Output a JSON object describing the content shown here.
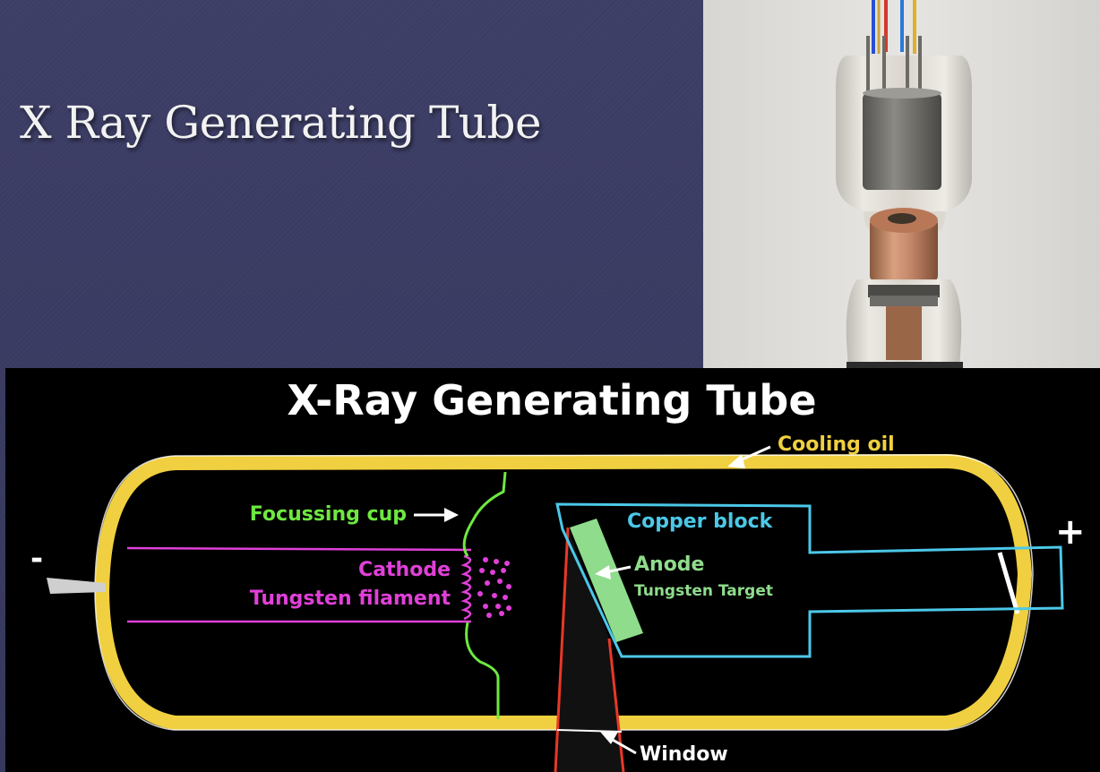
{
  "slide": {
    "title": "X Ray Generating Tube"
  },
  "diagram": {
    "title": "X-Ray Generating Tube",
    "labels": {
      "cooling_oil": "Cooling oil",
      "focussing_cup": "Focussing cup",
      "cathode": "Cathode",
      "tungsten_filament": "Tungsten filament",
      "copper_block": "Copper block",
      "anode": "Anode",
      "tungsten_target": "Tungsten Target",
      "window": "Window",
      "negative": "-",
      "positive": "+"
    },
    "colors": {
      "cooling_oil": "#f0d040",
      "focussing_cup": "#6ee840",
      "cathode": "#e040d8",
      "copper_block": "#4cc8e8",
      "anode": "#8fdc8c",
      "window": "#e83828",
      "arrow": "#ffffff"
    }
  },
  "photo": {
    "subject": "x-ray-tube-photo"
  }
}
